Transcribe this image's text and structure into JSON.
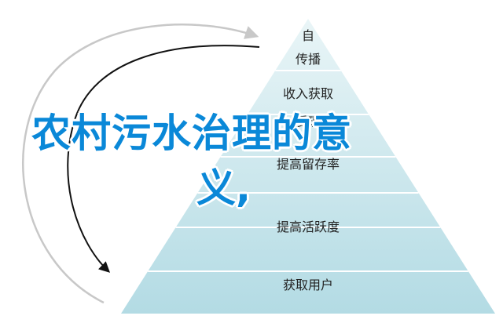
{
  "pyramid": {
    "tiers": [
      "自",
      "传播",
      "收入获取",
      "受理",
      "提高留存率",
      "提高活跃度",
      "获取用户"
    ],
    "colors": {
      "tier_fill_top": "#e6f4f6",
      "tier_fill_bottom": "#b6dde6",
      "tier_border": "#ffffff",
      "arrow": "#111111",
      "arrow_light": "#cccccc"
    }
  },
  "overlay_title": {
    "line1": "农村污水治理的意",
    "line2": "义,"
  }
}
